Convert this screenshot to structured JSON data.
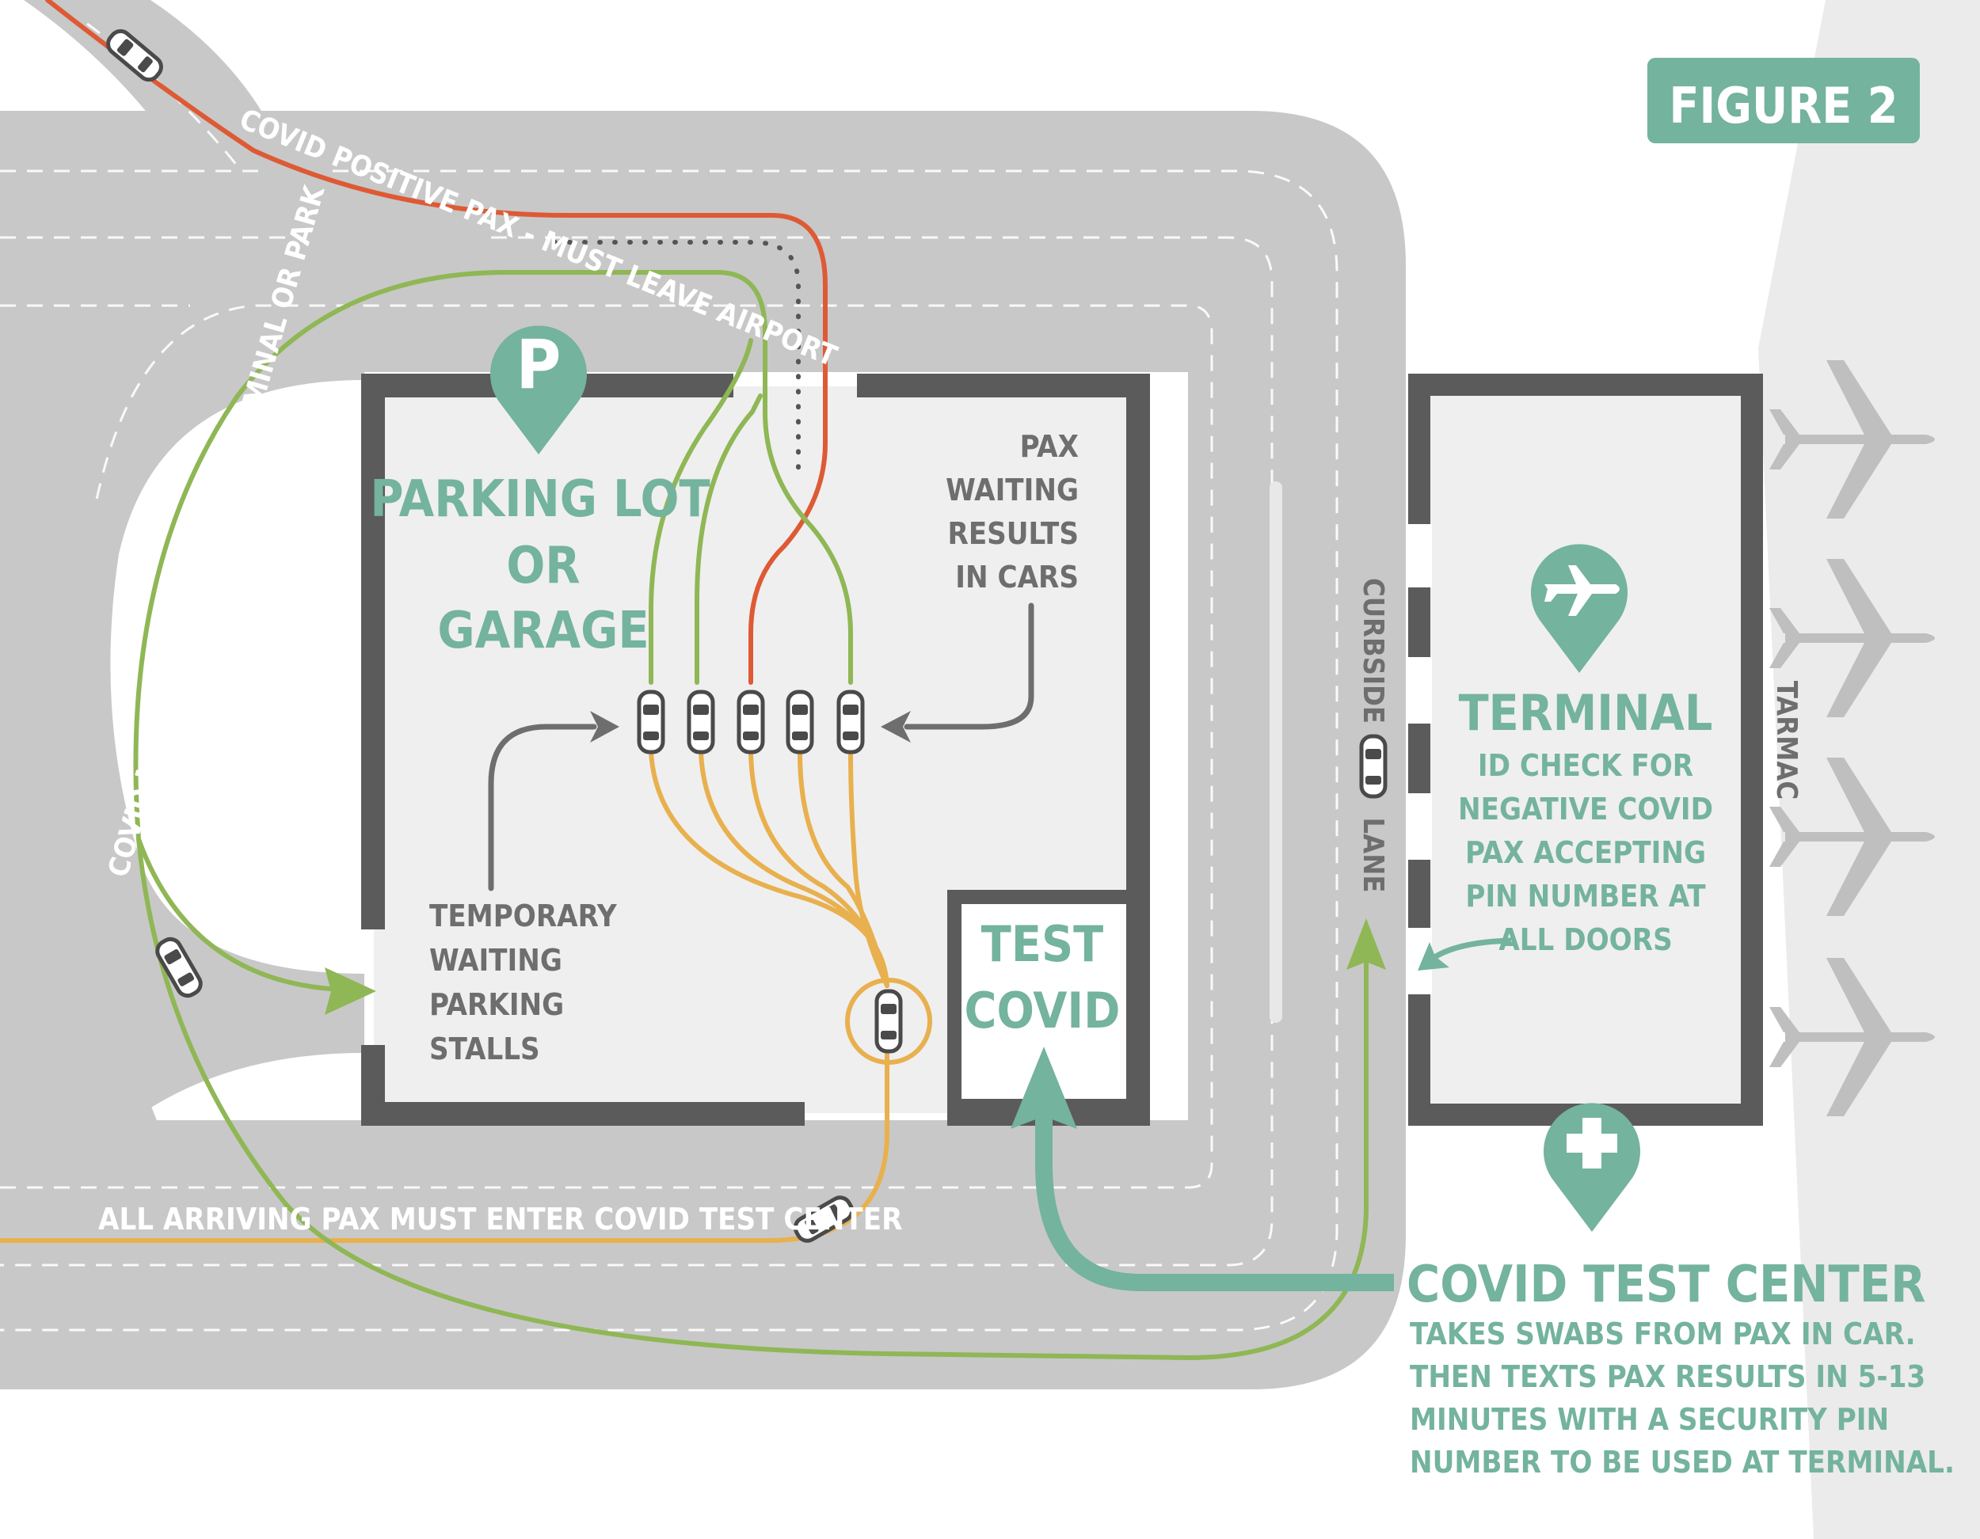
{
  "figure_label": "FIGURE 2",
  "parking": {
    "title": [
      "PARKING LOT",
      "OR",
      "GARAGE"
    ],
    "pin_letter": "P",
    "waiting_note": [
      "PAX",
      "WAITING",
      "RESULTS",
      "IN CARS"
    ],
    "temp_stalls": [
      "TEMPORARY",
      "WAITING",
      "PARKING",
      "STALLS"
    ]
  },
  "test_booth": [
    "TEST",
    "COVID"
  ],
  "terminal": {
    "title": "TERMINAL",
    "lines": [
      "ID CHECK FOR",
      "NEGATIVE COVID",
      "PAX ACCEPTING",
      "PIN NUMBER AT",
      "ALL DOORS"
    ]
  },
  "curbside": {
    "part1": "CURBSIDE",
    "part2": "LANE"
  },
  "tarmac": "TARMAC",
  "routes": {
    "positive": "COVID POSITIVE PAX - MUST LEAVE AIRPORT",
    "negative": "COVID NEGATIVE PAX - GO TO TERMINAL OR PARK",
    "arriving": "ALL ARRIVING PAX MUST ENTER COVID TEST CENTER"
  },
  "test_center": {
    "title": "COVID TEST CENTER",
    "lines": [
      "TAKES SWABS FROM PAX IN CAR.",
      "THEN TEXTS PAX RESULTS IN 5-13",
      "MINUTES WITH A SECURITY PIN",
      "NUMBER TO BE USED AT TERMINAL."
    ]
  },
  "colors": {
    "teal": "#74b39e",
    "road": "#c8c8c8",
    "lot": "#efefef",
    "wall": "#5b5b5b",
    "red": "#de5a34",
    "green": "#8fb755",
    "orange": "#e8b04e",
    "grey_text": "#6e6e6e"
  }
}
